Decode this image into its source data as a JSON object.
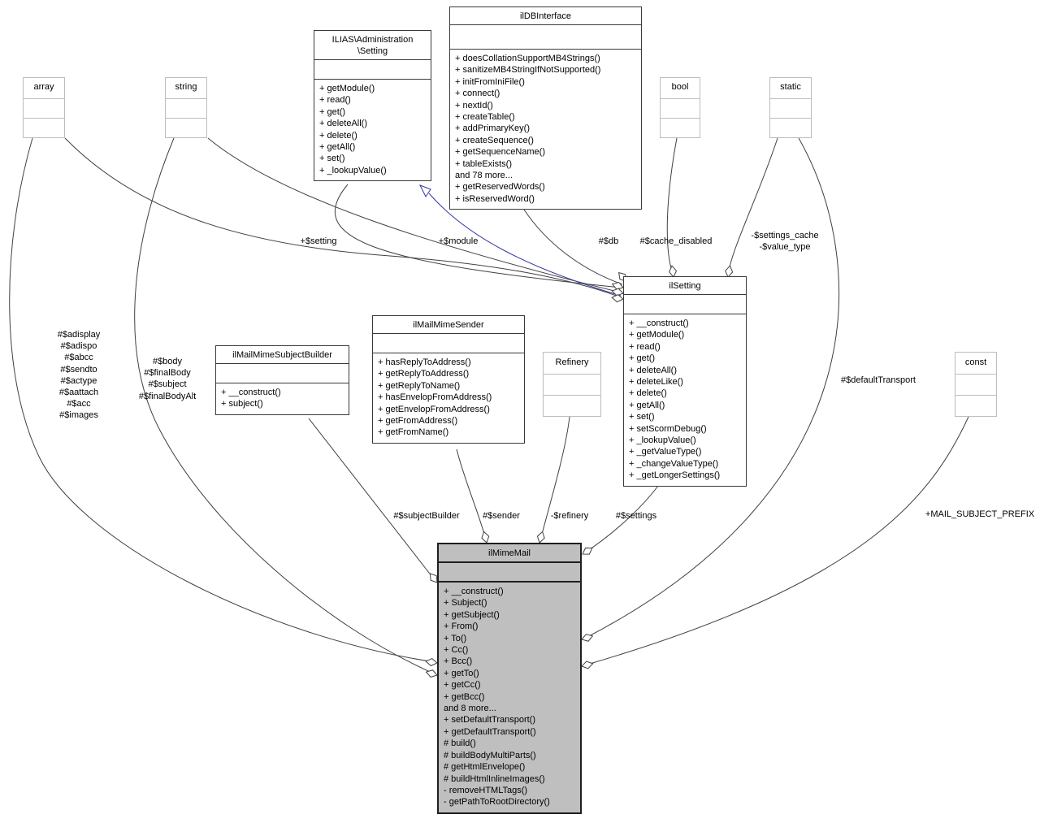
{
  "diagram": {
    "background": "#ffffff",
    "edge_color": "#404040",
    "inheritance_color": "#3535a8",
    "current_class_fill": "#bfbfbf"
  },
  "classes": {
    "array": {
      "title": "array"
    },
    "string": {
      "title": "string"
    },
    "bool": {
      "title": "bool"
    },
    "static": {
      "title": "static"
    },
    "refinery": {
      "title": "Refinery"
    },
    "const": {
      "title": "const"
    },
    "admin_setting": {
      "title_lines": [
        "ILIAS\\Administration",
        "\\Setting"
      ],
      "methods": [
        "+ getModule()",
        "+ read()",
        "+ get()",
        "+ deleteAll()",
        "+ delete()",
        "+ getAll()",
        "+ set()",
        "+ _lookupValue()"
      ]
    },
    "ildbinterface": {
      "title": "ilDBInterface",
      "methods": [
        "+ doesCollationSupportMB4Strings()",
        "+ sanitizeMB4StringIfNotSupported()",
        "+ initFromIniFile()",
        "+ connect()",
        "+ nextId()",
        "+ createTable()",
        "+ addPrimaryKey()",
        "+ createSequence()",
        "+ getSequenceName()",
        "+ tableExists()",
        "and 78 more...",
        "+ getReservedWords()",
        "+ isReservedWord()"
      ]
    },
    "ilsetting": {
      "title": "ilSetting",
      "methods": [
        "+ __construct()",
        "+ getModule()",
        "+ read()",
        "+ get()",
        "+ deleteAll()",
        "+ deleteLike()",
        "+ delete()",
        "+ getAll()",
        "+ set()",
        "+ setScormDebug()",
        "+ _lookupValue()",
        "+ _getValueType()",
        "+ _changeValueType()",
        "+ _getLongerSettings()"
      ]
    },
    "ilmailmimesubjectbuilder": {
      "title": "ilMailMimeSubjectBuilder",
      "methods": [
        "+ __construct()",
        "+ subject()"
      ]
    },
    "ilmailmimesender": {
      "title": "ilMailMimeSender",
      "methods": [
        "+ hasReplyToAddress()",
        "+ getReplyToAddress()",
        "+ getReplyToName()",
        "+ hasEnvelopFromAddress()",
        "+ getEnvelopFromAddress()",
        "+ getFromAddress()",
        "+ getFromName()"
      ]
    },
    "ilmimemail": {
      "title": "ilMimeMail",
      "methods": [
        "+ __construct()",
        "+ Subject()",
        "+ getSubject()",
        "+ From()",
        "+ To()",
        "+ Cc()",
        "+ Bcc()",
        "+ getTo()",
        "+ getCc()",
        "+ getBcc()",
        "and 8 more...",
        "+ setDefaultTransport()",
        "+ getDefaultTransport()",
        "# build()",
        "# buildBodyMultiParts()",
        "# getHtmlEnvelope()",
        "# buildHtmlInlineImages()",
        "- removeHTMLTags()",
        "- getPathToRootDirectory()"
      ]
    }
  },
  "edge_labels": {
    "setting": "+$setting",
    "module": "+$module",
    "db": "#$db",
    "cache_disabled": "#$cache_disabled",
    "settings_cache_lines": [
      "-$settings_cache",
      "-$value_type"
    ],
    "array_attrs_lines": [
      "#$adisplay",
      "#$adispo",
      "#$abcc",
      "#$sendto",
      "#$actype",
      "#$aattach",
      "#$acc",
      "#$images"
    ],
    "string_attrs_lines": [
      "#$body",
      "#$finalBody",
      "#$subject",
      "#$finalBodyAlt"
    ],
    "subject_builder": "#$subjectBuilder",
    "sender": "#$sender",
    "refinery": "-$refinery",
    "settings": "#$settings",
    "default_transport": "#$defaultTransport",
    "mail_subject_prefix": "+MAIL_SUBJECT_PREFIX"
  }
}
